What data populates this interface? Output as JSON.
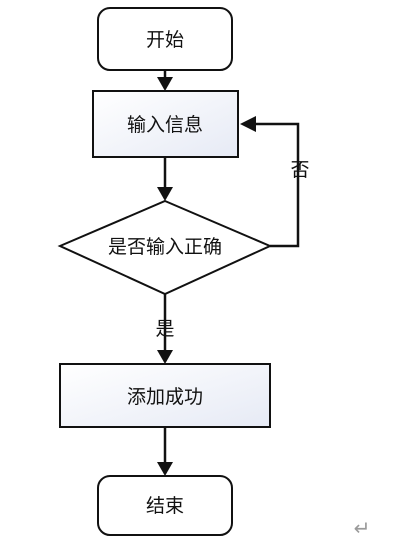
{
  "flowchart": {
    "nodes": {
      "start": "开始",
      "input": "输入信息",
      "check": "是否输入正确",
      "add": "添加成功",
      "end": "结束"
    },
    "edges": {
      "yes": "是",
      "no": "否"
    },
    "colors": {
      "terminal_fill": "#ffffff",
      "process_fill": "#eef1f8",
      "decision_fill": "#ffffff",
      "stroke": "#111111"
    }
  },
  "page": {
    "return_symbol": "↵"
  }
}
